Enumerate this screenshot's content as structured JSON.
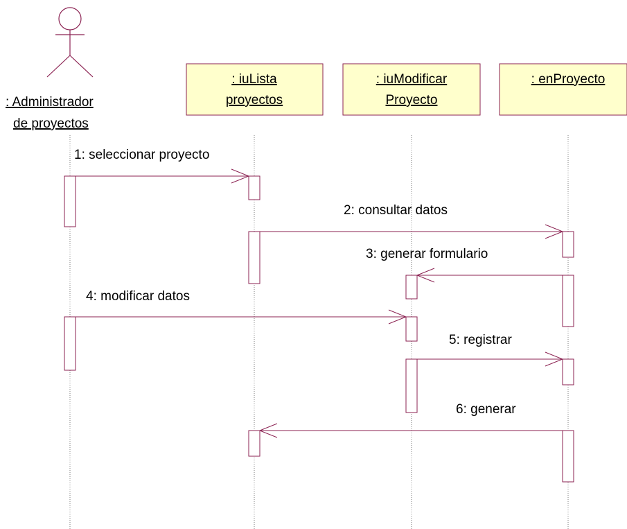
{
  "colors": {
    "line": "#8b2252",
    "box_fill": "#ffffcc",
    "lifeline": "#808080",
    "text": "#000000"
  },
  "actor": {
    "icon": "stick-figure-actor-icon",
    "name_line1": ": Administrador",
    "name_line2": "de proyectos"
  },
  "objects": [
    {
      "id": "iulista",
      "line1": ": iuLista",
      "line2": "proyectos"
    },
    {
      "id": "iumodificar",
      "line1": ": iuModificar",
      "line2": "Proyecto"
    },
    {
      "id": "enproyecto",
      "line1": ": enProyecto",
      "line2": ""
    }
  ],
  "messages": [
    {
      "label": "1: seleccionar proyecto"
    },
    {
      "label": "2: consultar datos"
    },
    {
      "label": "3: generar formulario"
    },
    {
      "label": "4: modificar datos"
    },
    {
      "label": "5: registrar"
    },
    {
      "label": "6: generar"
    }
  ]
}
